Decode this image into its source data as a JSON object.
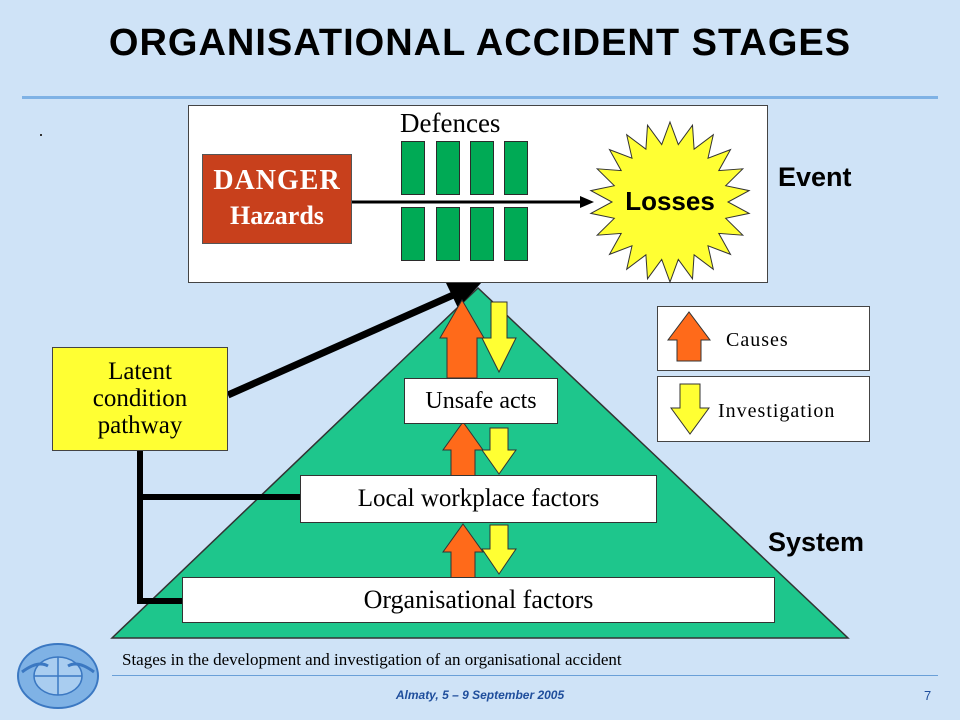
{
  "title": "ORGANISATIONAL ACCIDENT STAGES",
  "event_panel": {
    "defences_label": "Defences",
    "danger_line1": "DANGER",
    "danger_line2": "Hazards",
    "losses_label": "Losses",
    "event_label": "Event"
  },
  "pyramid": {
    "unsafe_acts": "Unsafe acts",
    "local_factors": "Local workplace factors",
    "organisational_factors": "Organisational factors",
    "system_label": "System"
  },
  "latent": {
    "line1": "Latent",
    "line2": "condition",
    "line3": "pathway"
  },
  "legend": {
    "causes": "Causes",
    "investigation": "Investigation"
  },
  "caption": "Stages in the development and investigation of an organisational accident",
  "footer": {
    "venue": "Almaty, 5 – 9 September 2005",
    "page": "7"
  },
  "colors": {
    "background": "#cfe3f7",
    "pyramid": "#1ec68c",
    "danger": "#c8401c",
    "defence": "#00aa55",
    "losses": "#ffff33",
    "causes_arrow": "#ff6a1a",
    "investigation_arrow": "#ffff33",
    "latent_box": "#ffff33"
  }
}
